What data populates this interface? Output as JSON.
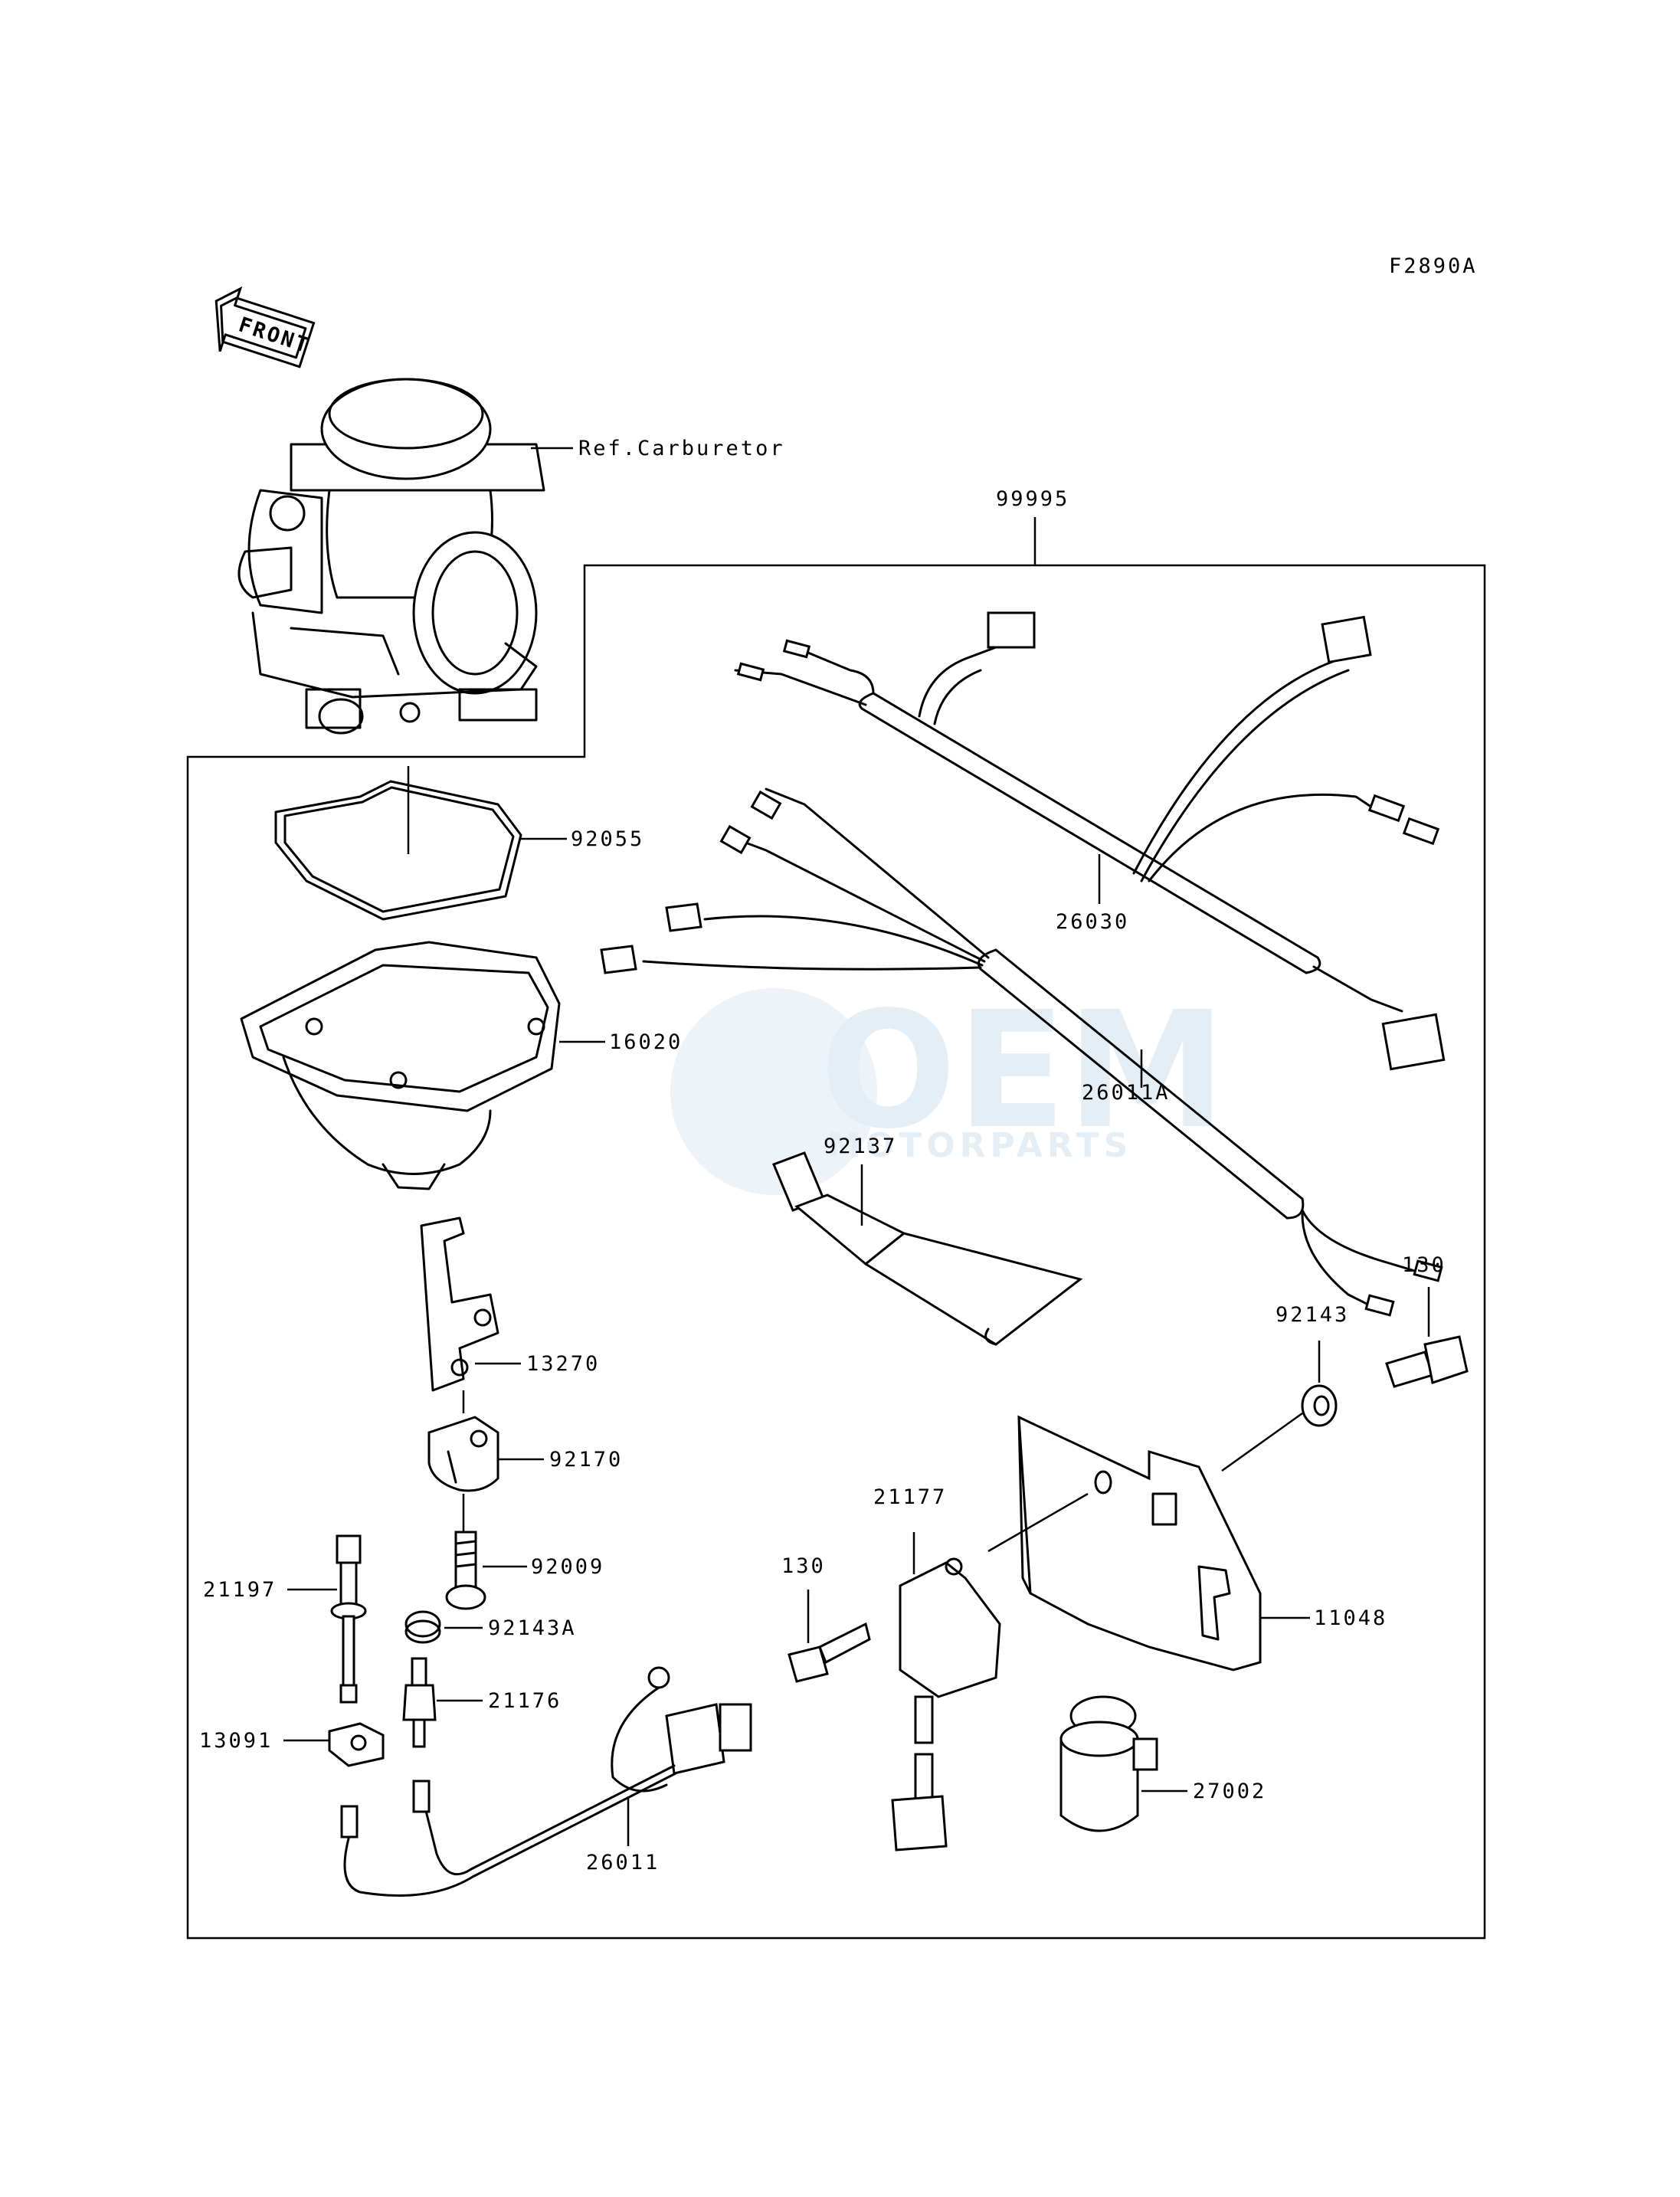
{
  "figure_code": "F2890A",
  "front_arrow": {
    "label": "FRONT"
  },
  "kit_label": "99995",
  "watermark": {
    "main": "OEM",
    "sub": "MOTORPARTS"
  },
  "labels": {
    "ref_carburetor": "Ref.Carburetor",
    "p92055": "92055",
    "p16020": "16020",
    "p13270": "13270",
    "p92170": "92170",
    "p92009": "92009",
    "p21197": "21197",
    "p92143A": "92143A",
    "p21176": "21176",
    "p13091": "13091",
    "p26011": "26011",
    "p26030": "26030",
    "p26011A": "26011A",
    "p92137": "92137",
    "p130_top": "130",
    "p92143": "92143",
    "p21177": "21177",
    "p130_mid": "130",
    "p11048": "11048",
    "p27002": "27002"
  }
}
